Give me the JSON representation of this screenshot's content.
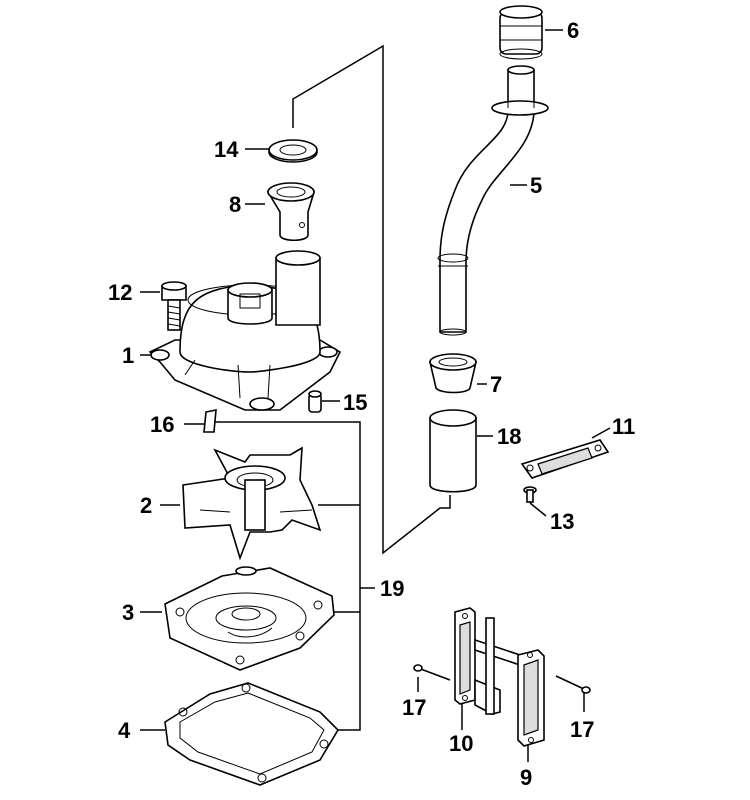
{
  "callouts": {
    "p1": "1",
    "p2": "2",
    "p3": "3",
    "p4": "4",
    "p5": "5",
    "p6": "6",
    "p7": "7",
    "p8": "8",
    "p9": "9",
    "p10": "10",
    "p11": "11",
    "p12": "12",
    "p13": "13",
    "p14": "14",
    "p15": "15",
    "p16": "16",
    "p17a": "17",
    "p17b": "17",
    "p18": "18",
    "p19": "19"
  }
}
